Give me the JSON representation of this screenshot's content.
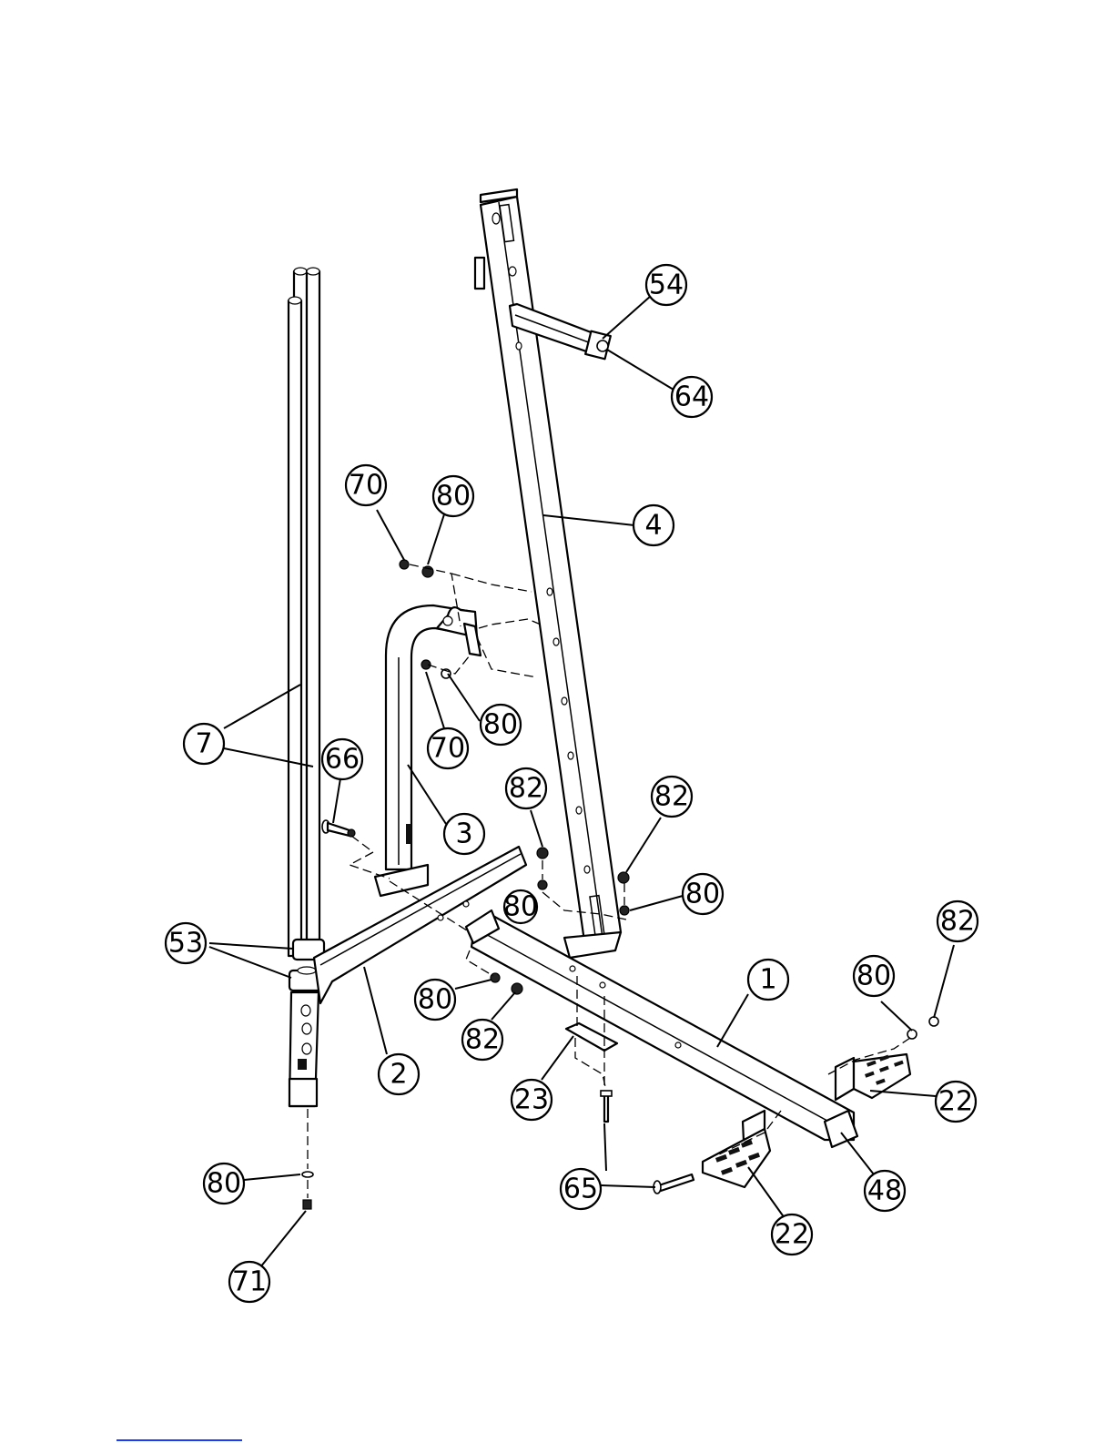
{
  "callouts": [
    {
      "label": "54"
    },
    {
      "label": "64"
    },
    {
      "label": "70"
    },
    {
      "label": "80"
    },
    {
      "label": "4"
    },
    {
      "label": "80"
    },
    {
      "label": "70"
    },
    {
      "label": "7"
    },
    {
      "label": "66"
    },
    {
      "label": "3"
    },
    {
      "label": "82"
    },
    {
      "label": "82"
    },
    {
      "label": "80"
    },
    {
      "label": "80"
    },
    {
      "label": "82"
    },
    {
      "label": "53"
    },
    {
      "label": "1"
    },
    {
      "label": "80"
    },
    {
      "label": "80"
    },
    {
      "label": "82"
    },
    {
      "label": "2"
    },
    {
      "label": "23"
    },
    {
      "label": "22"
    },
    {
      "label": "48"
    },
    {
      "label": "80"
    },
    {
      "label": "65"
    },
    {
      "label": "22"
    },
    {
      "label": "71"
    }
  ],
  "colors": {
    "ink": "#000000",
    "paper": "#ffffff",
    "rule": "#1a3cff"
  }
}
